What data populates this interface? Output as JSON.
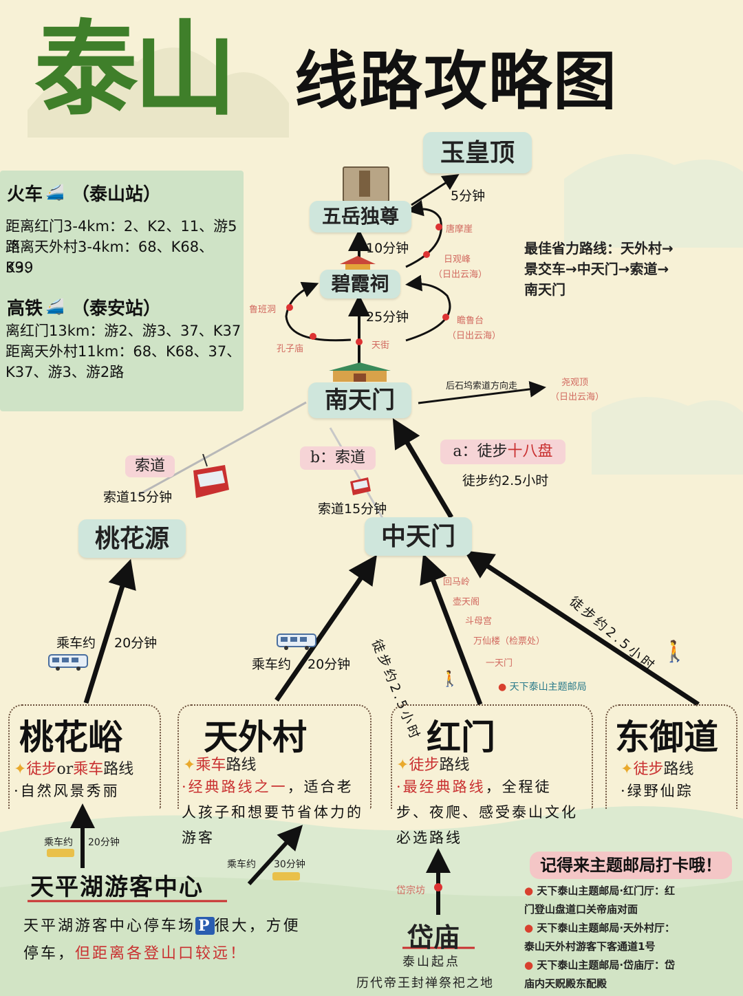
{
  "title": {
    "main": "泰山",
    "sub": "线路攻略图"
  },
  "transport": {
    "train_title": "火车",
    "train_station": "（泰山站）",
    "train_lines": [
      "距离红门3-4km：2、K2、11、游5路",
      "距离天外村3-4km：68、K68、39、",
      "K39"
    ],
    "hsr_title": "高铁",
    "hsr_station": "（泰安站）",
    "hsr_lines": [
      "离红门13km：游2、游3、37、K37",
      "距离天外村11km：68、K68、37、",
      "K37、游3、游2路"
    ]
  },
  "nodes": {
    "yuhuangding": "玉皇顶",
    "wuyueduzun": "五岳独尊",
    "bixiaci": "碧霞祠",
    "nantianmen": "南天门",
    "zhongtianmen": "中天门",
    "taohuayuan": "桃花源"
  },
  "times": {
    "t5": "5分钟",
    "t10": "10分钟",
    "t25": "25分钟",
    "cable1": "索道15分钟",
    "cable2": "索道15分钟",
    "walk18": "徒步约2.5小时",
    "bus1_a": "乘车约",
    "bus1_b": "20分钟",
    "bus2_a": "乘车约",
    "bus2_b": "20分钟",
    "walk_hongmen": "徒步约2.5小时",
    "walk_dongyu": "徒步约2.5小时",
    "small_bus1_a": "乘车约",
    "small_bus1_b": "20分钟",
    "small_bus2_a": "乘车约",
    "small_bus2_b": "30分钟"
  },
  "labels": {
    "cableway": "索道",
    "b_cableway": "b：索道",
    "a_prefix": "a：徒步",
    "a_red": "十八盘",
    "houshiwu": "后石坞索道方向走",
    "aoguanding": "尧观顶",
    "aoguanding_sub": "（日出云海）"
  },
  "scenic": {
    "tangmoya": "唐摩崖",
    "riguanfeng": "日观峰",
    "riguanfeng_sub": "（日出云海）",
    "luban": "鲁班洞",
    "kongzimiao": "孔子庙",
    "tianjie": "天街",
    "zhanlutai": "瞻鲁台",
    "zhanlutai_sub": "（日出云海）"
  },
  "best_route": [
    "最佳省力路线：天外村→",
    "景交车→中天门→索道→",
    "南天门"
  ],
  "hongmen_stops": [
    "回马岭",
    "壶天阁",
    "斗母宫",
    "万仙楼（检票处）",
    "一天门"
  ],
  "hongmen_post": "天下泰山主题邮局",
  "routes": {
    "taohuayu": {
      "name": "桃花峪",
      "walk": "徒步",
      "or": "or",
      "ride": "乘车",
      "suffix": "路线",
      "desc": "·自然风景秀丽"
    },
    "tianwaicun": {
      "name": "天外村",
      "ride": "乘车",
      "suffix": "路线",
      "desc_red": "·经典路线之一",
      "desc": "，适合老人孩子和想要节省体力的游客"
    },
    "hongmen": {
      "name": "红门",
      "walk": "徒步",
      "suffix": "路线",
      "desc_red": "·最经典路线",
      "desc": "，全程徒步、夜爬、感受泰山文化必选路线"
    },
    "dongyudao": {
      "name": "东御道",
      "walk": "徒步",
      "suffix": "路线",
      "desc": "·绿野仙踪"
    }
  },
  "visitor_center": {
    "name": "天平湖游客中心",
    "note_a": "天平湖游客中心停车场",
    "parking": "P",
    "note_b": "很大，方便",
    "note_c": "停车，",
    "note_red": "但距离各登山口较远！"
  },
  "daimiao": {
    "name": "岱庙",
    "daizongfang": "岱宗坊",
    "sub1": "泰山起点",
    "sub2": "历代帝王封禅祭祀之地"
  },
  "post_office": {
    "title": "记得来主题邮局打卡哦！",
    "lines": [
      "天下泰山主题邮局·红门厅：红",
      "门登山盘道口关帝庙对面",
      "天下泰山主题邮局·天外村厅：",
      "泰山天外村游客下客通道1号",
      "天下泰山主题邮局·岱庙厅：岱",
      "庙内天贶殿东配殿"
    ]
  },
  "colors": {
    "green_title": "#3f7f2a",
    "node_bg": "#cfe6dc",
    "pink": "#f6d4d6",
    "red_text": "#c93030",
    "info_bg": "#cfe3c6"
  }
}
